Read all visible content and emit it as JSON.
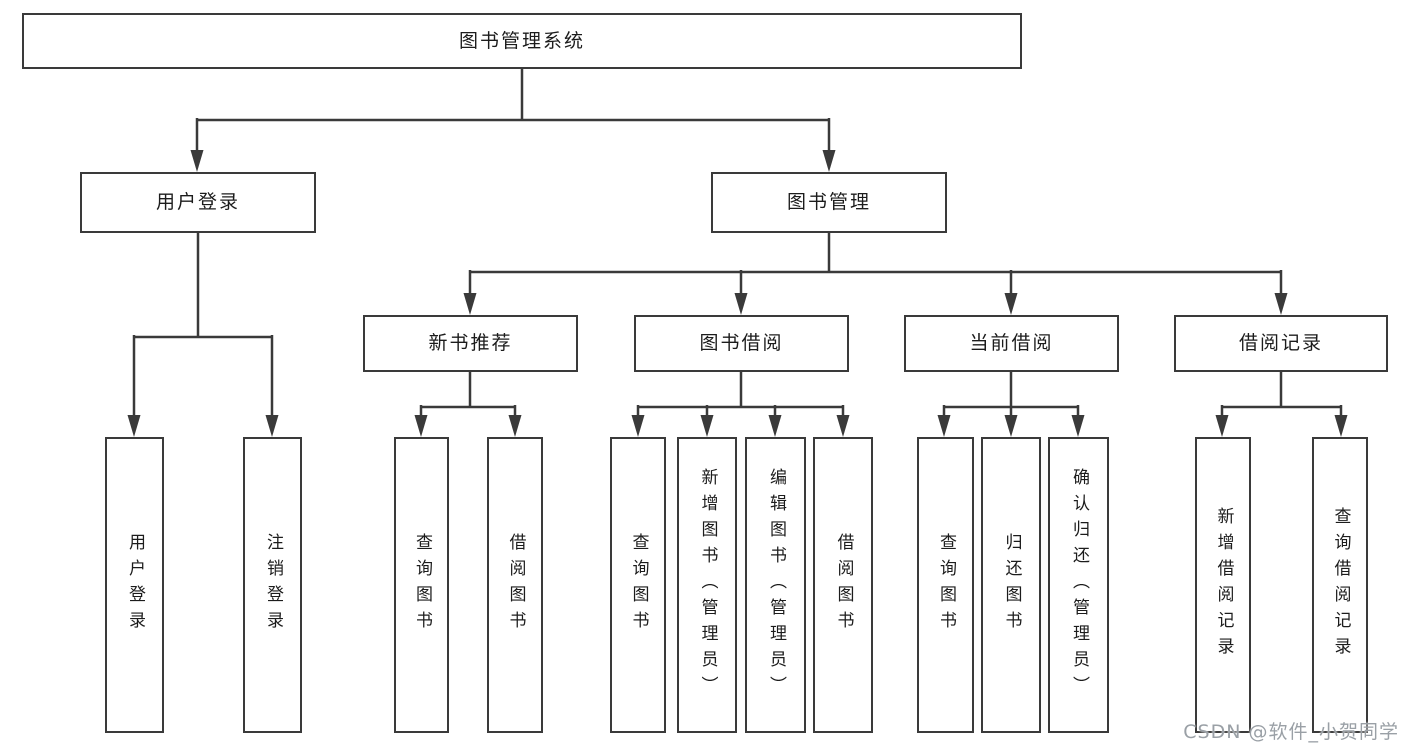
{
  "diagram": {
    "root": {
      "label": "图书管理系统"
    },
    "branches": [
      {
        "label": "用户登录",
        "leaves": [
          {
            "label": "用户登录"
          },
          {
            "label": "注销登录"
          }
        ]
      },
      {
        "label": "图书管理",
        "children": [
          {
            "label": "新书推荐",
            "leaves": [
              {
                "label": "查询图书"
              },
              {
                "label": "借阅图书"
              }
            ]
          },
          {
            "label": "图书借阅",
            "leaves": [
              {
                "label": "查询图书"
              },
              {
                "label": "新增图书（管理员）"
              },
              {
                "label": "编辑图书（管理员）"
              },
              {
                "label": "借阅图书"
              }
            ]
          },
          {
            "label": "当前借阅",
            "leaves": [
              {
                "label": "查询图书"
              },
              {
                "label": "归还图书"
              },
              {
                "label": "确认归还（管理员）"
              }
            ]
          },
          {
            "label": "借阅记录",
            "leaves": [
              {
                "label": "新增借阅记录"
              },
              {
                "label": "查询借阅记录"
              }
            ]
          }
        ]
      }
    ]
  },
  "watermark": {
    "text": "CSDN @软件_小贺同学"
  },
  "colors": {
    "line": "#3a3a3a",
    "box_border": "#3a3a3a",
    "text": "#1c1c1c",
    "background": "#ffffff",
    "watermark": "#9aa0a6"
  }
}
